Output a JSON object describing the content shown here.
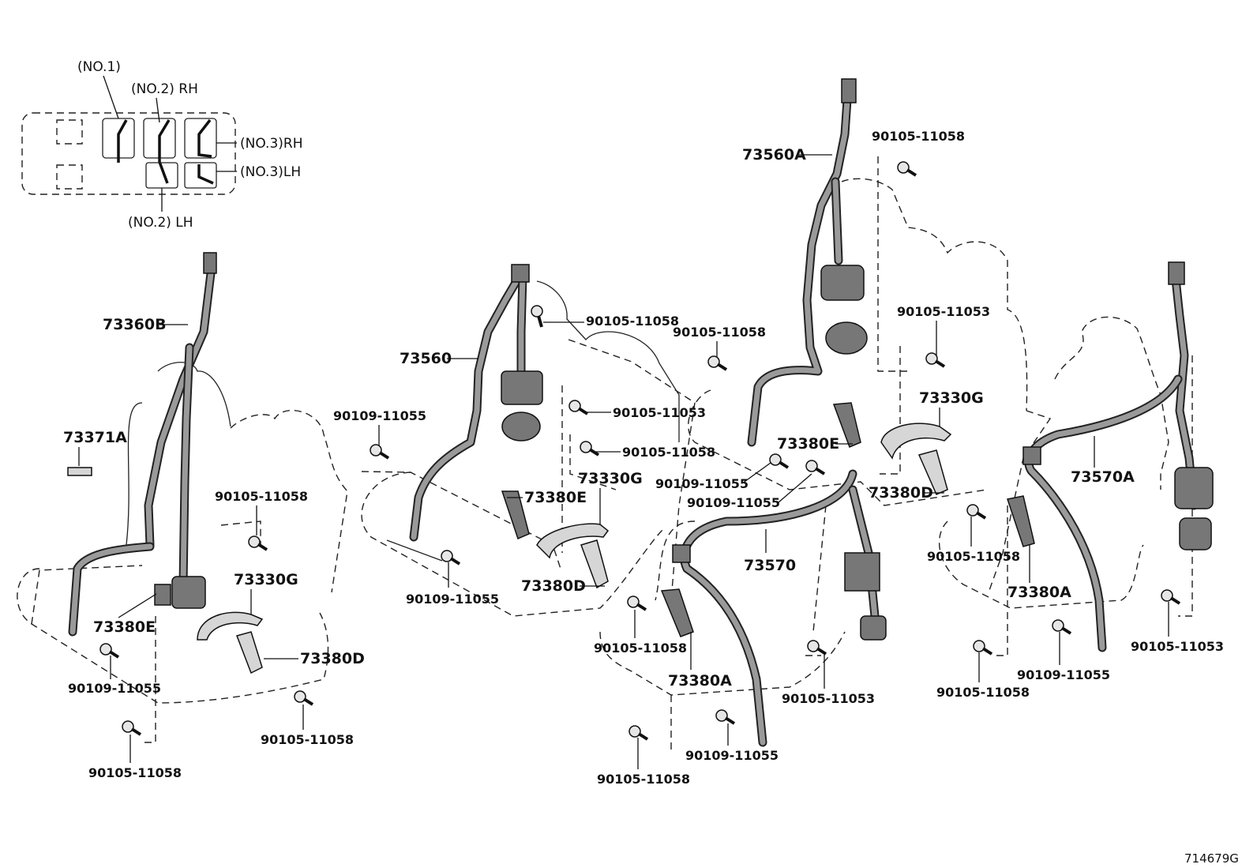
{
  "legend": {
    "positions": [
      "(NO.1)",
      "(NO.2) RH",
      "(NO.3)RH",
      "(NO.3)LH",
      "(NO.2) LH"
    ]
  },
  "parts": {
    "p73360B": "73360B",
    "p73371A": "73371A",
    "p73380E_left": "73380E",
    "p73330G_left": "73330G",
    "p73380D_left": "73380D",
    "p73560": "73560",
    "p73380E_mid": "73380E",
    "p73330G_mid": "73330G",
    "p73380D_mid": "73380D",
    "p73560A": "73560A",
    "p73570": "73570",
    "p73380A_mid": "73380A",
    "p73380E_right": "73380E",
    "p73330G_right": "73330G",
    "p73380D_right": "73380D",
    "p73570A": "73570A",
    "p73380A_right": "73380A"
  },
  "bolts": {
    "b01": "90105-11058",
    "b02": "90109-11055",
    "b03": "90105-11058",
    "b04": "90105-11058",
    "b05": "90105-11058",
    "b06": "90109-11055",
    "b07": "90109-11055",
    "b08": "90105-11053",
    "b09": "90105-11058",
    "b10": "90105-11058",
    "b11": "90105-11053",
    "b12": "90105-11058",
    "b13": "90109-11055",
    "b14": "90109-11055",
    "b15": "90105-11058",
    "b16": "90105-11053",
    "b17": "90109-11055",
    "b18": "90105-11058",
    "b19": "90105-11058",
    "b20": "90105-11058",
    "b21": "90109-11055",
    "b22": "90105-11053"
  },
  "figure_code": "714679G"
}
